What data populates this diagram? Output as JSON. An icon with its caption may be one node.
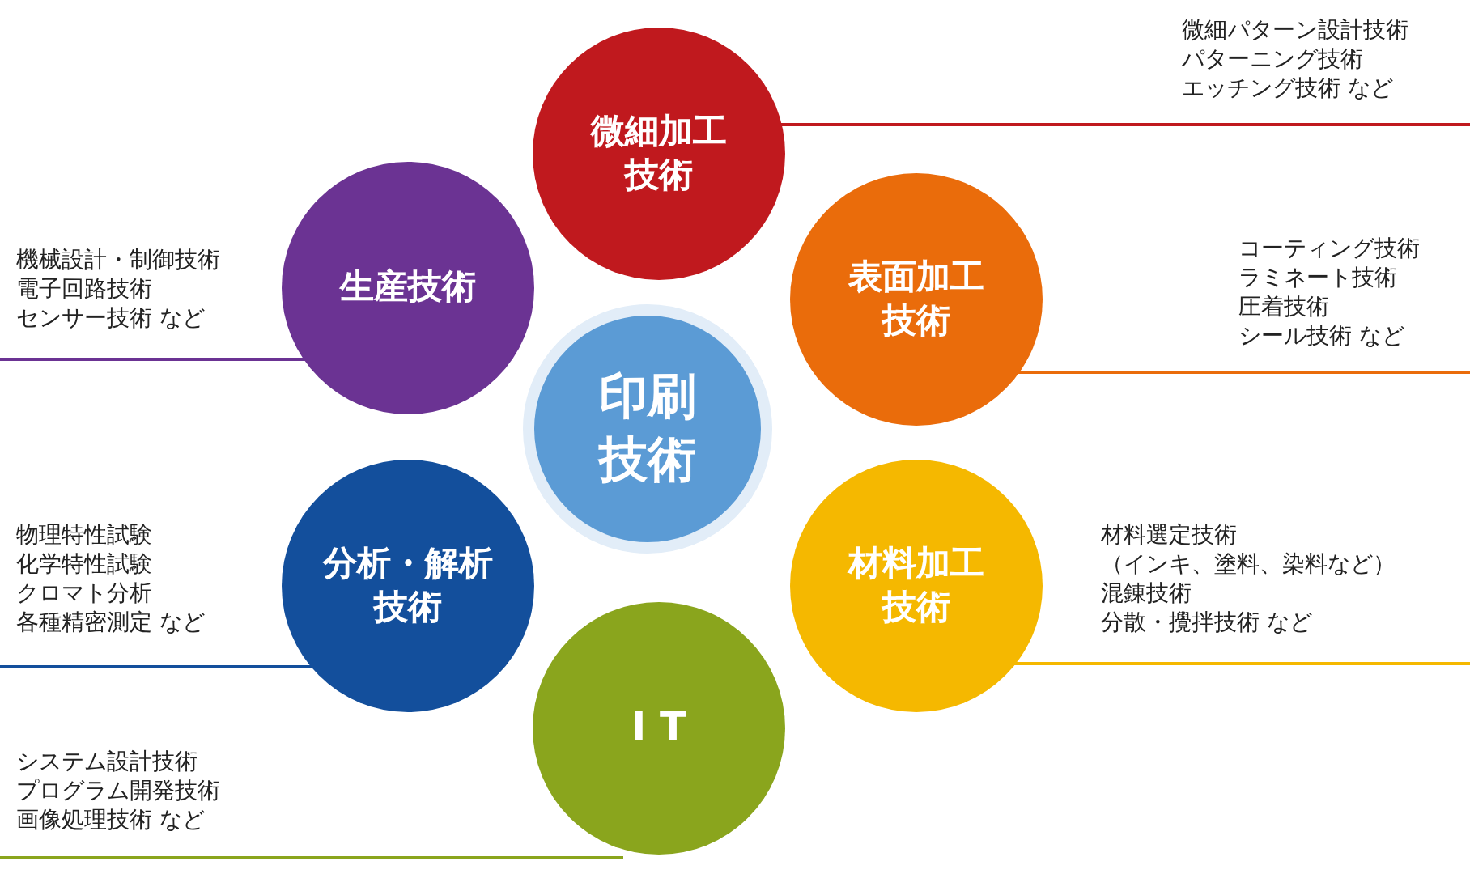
{
  "diagram": {
    "nodes": [
      {
        "text": [
          "印刷技術"
        ]
      },
      {
        "text": [
          "微細加工技術"
        ],
        "beside": [
          "微細パターン設計技術",
          "パターニング技術",
          "エッチング技術 など"
        ]
      },
      {
        "text": [
          "表面加工技術"
        ],
        "beside": [
          "コーティング技術",
          "ラミネート技術",
          "圧着技術",
          "シール技術 など"
        ]
      },
      {
        "text": [
          "材料加工技術"
        ],
        "beside": [
          "材料選定技術",
          "（インキ、塗料、染料など）",
          "混錬技術",
          "分散・攪拌技術 など"
        ]
      },
      {
        "text": [
          "I T"
        ],
        "beside": [
          "システム設計技術",
          "プログラム開発技術",
          "画像処理技術 など"
        ]
      },
      {
        "text": [
          "分析・解析技術"
        ],
        "beside": [
          "物理特性試験",
          "化学特性試験",
          "クロマト分析",
          "各種精密測定 など"
        ]
      },
      {
        "text": [
          "生産技術"
        ],
        "beside": [
          "機械設計・制御技術",
          "電子回路技術",
          "センサー技術 など"
        ]
      }
    ],
    "edges": []
  }
}
